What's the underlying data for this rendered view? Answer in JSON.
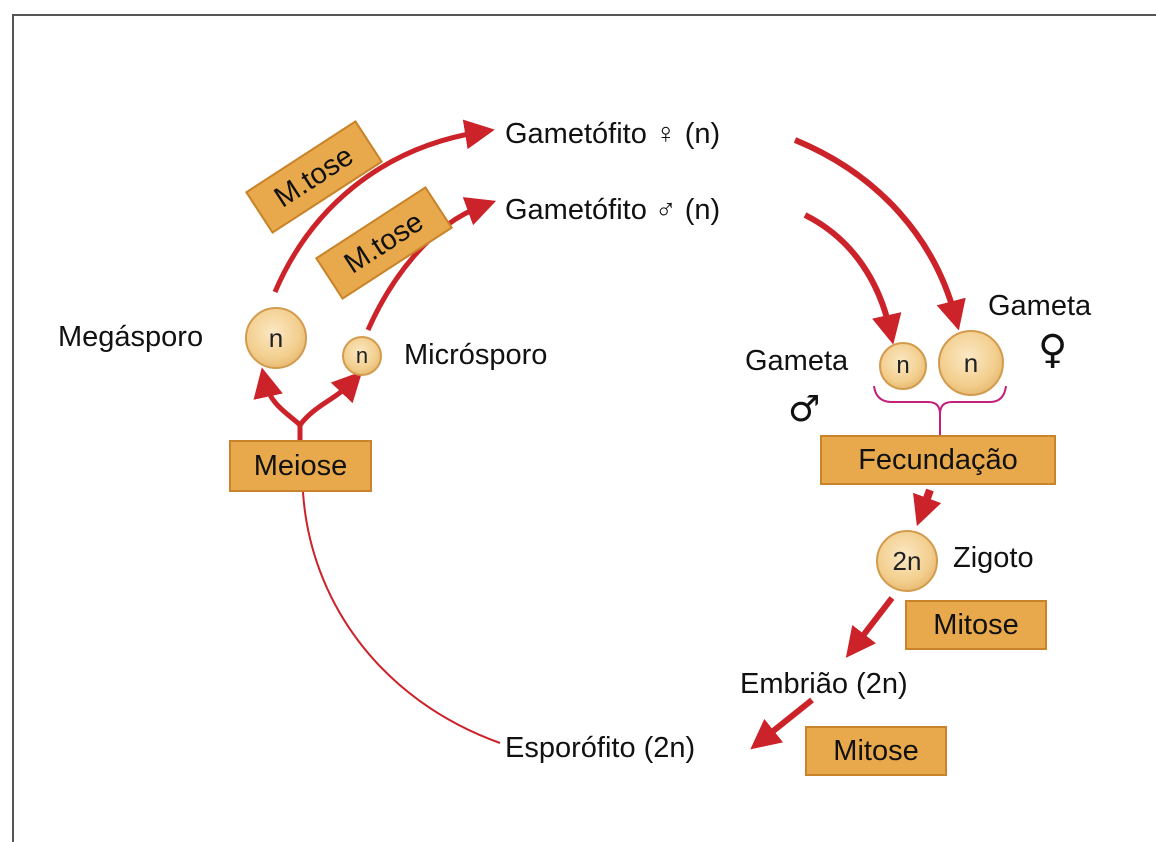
{
  "labels": {
    "gametofito_f": "Gametófito ♀ (n)",
    "gametofito_m": "Gametófito ♂ (n)",
    "megasporo": "Megásporo",
    "microsporo": "Micrósporo",
    "gameta_m_text": "Gameta",
    "gameta_m_symbol": "♂",
    "gameta_f_text": "Gameta",
    "gameta_f_symbol": "♀",
    "zigoto": "Zigoto",
    "embriao": "Embrião (2n)",
    "esporofito": "Esporófito (2n)"
  },
  "boxes": {
    "mitose_top1": "M.tose",
    "mitose_top2": "M.tose",
    "meiose": "Meiose",
    "fecundacao": "Fecundação",
    "mitose_zigoto": "Mitose",
    "mitose_embriao": "Mitose"
  },
  "circles": {
    "megasporo": "n",
    "microsporo": "n",
    "gameta_m": "n",
    "gameta_f": "n",
    "zigoto": "2n"
  },
  "colors": {
    "arrow": "#cc2229",
    "box_fill": "#e8a94c",
    "brace": "#c2207a"
  }
}
